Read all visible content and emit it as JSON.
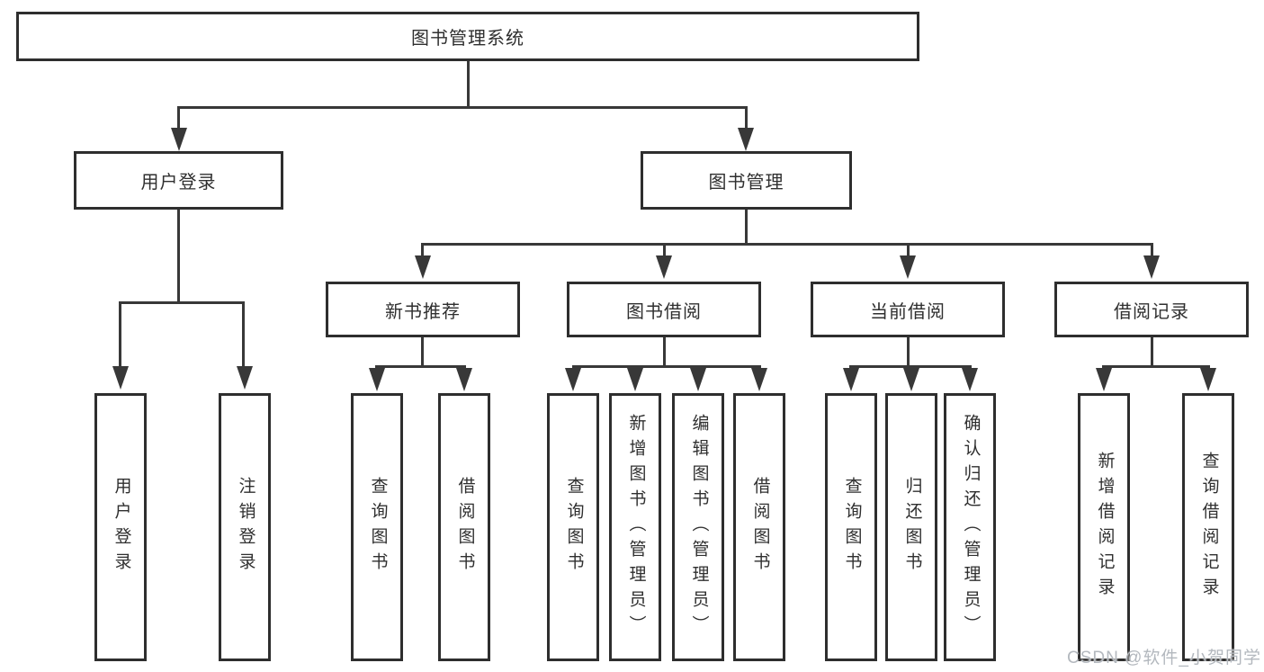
{
  "diagram": {
    "title": "图书管理系统",
    "root": {
      "label": "图书管理系统"
    },
    "level2": [
      {
        "id": "user-login",
        "label": "用户登录",
        "parent": "图书管理系统"
      },
      {
        "id": "book-mgmt",
        "label": "图书管理",
        "parent": "图书管理系统"
      }
    ],
    "level3": [
      {
        "id": "new-book-rec",
        "label": "新书推荐",
        "parent": "图书管理"
      },
      {
        "id": "book-borrow",
        "label": "图书借阅",
        "parent": "图书管理"
      },
      {
        "id": "current-borrow",
        "label": "当前借阅",
        "parent": "图书管理"
      },
      {
        "id": "borrow-record",
        "label": "借阅记录",
        "parent": "图书管理"
      }
    ],
    "leaves": [
      {
        "label": "用户登录",
        "parent": "用户登录"
      },
      {
        "label": "注销登录",
        "parent": "用户登录"
      },
      {
        "label": "查询图书",
        "parent": "新书推荐"
      },
      {
        "label": "借阅图书",
        "parent": "新书推荐"
      },
      {
        "label": "查询图书",
        "parent": "图书借阅"
      },
      {
        "label": "新增图书（管理员）",
        "parent": "图书借阅"
      },
      {
        "label": "编辑图书（管理员）",
        "parent": "图书借阅"
      },
      {
        "label": "借阅图书",
        "parent": "图书借阅"
      },
      {
        "label": "查询图书",
        "parent": "当前借阅"
      },
      {
        "label": "归还图书",
        "parent": "当前借阅"
      },
      {
        "label": "确认归还（管理员）",
        "parent": "当前借阅"
      },
      {
        "label": "新增借阅记录",
        "parent": "借阅记录"
      },
      {
        "label": "查询借阅记录",
        "parent": "借阅记录"
      }
    ]
  },
  "watermark": {
    "text": "CSDN @软件_小贺同学"
  },
  "colors": {
    "bg": "#ffffff",
    "line": "#383838",
    "border": "#2e2e2e",
    "text": "#2f2f2f",
    "watermark": "#b3b8be"
  }
}
